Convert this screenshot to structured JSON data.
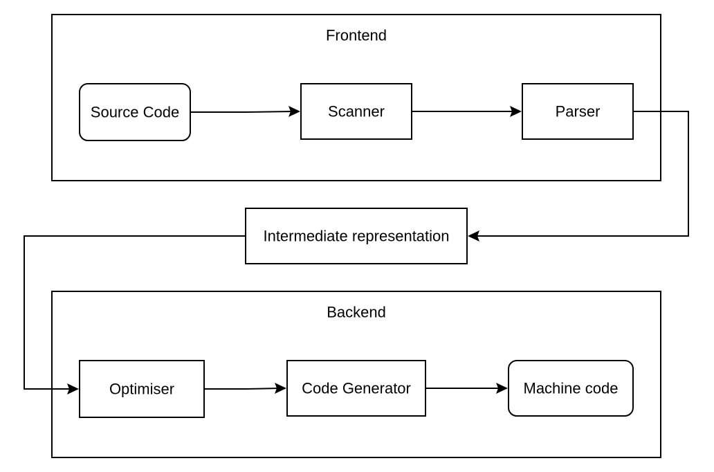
{
  "diagram": {
    "groups": {
      "frontend": {
        "label": "Frontend"
      },
      "backend": {
        "label": "Backend"
      }
    },
    "nodes": {
      "source_code": {
        "label": "Source Code"
      },
      "scanner": {
        "label": "Scanner"
      },
      "parser": {
        "label": "Parser"
      },
      "intermediate": {
        "label": "Intermediate representation"
      },
      "optimiser": {
        "label": "Optimiser"
      },
      "code_generator": {
        "label": "Code Generator"
      },
      "machine_code": {
        "label": "Machine code"
      }
    },
    "edges": [
      {
        "from": "source_code",
        "to": "scanner"
      },
      {
        "from": "scanner",
        "to": "parser"
      },
      {
        "from": "parser",
        "to": "intermediate"
      },
      {
        "from": "intermediate",
        "to": "optimiser"
      },
      {
        "from": "optimiser",
        "to": "code_generator"
      },
      {
        "from": "code_generator",
        "to": "machine_code"
      }
    ]
  }
}
